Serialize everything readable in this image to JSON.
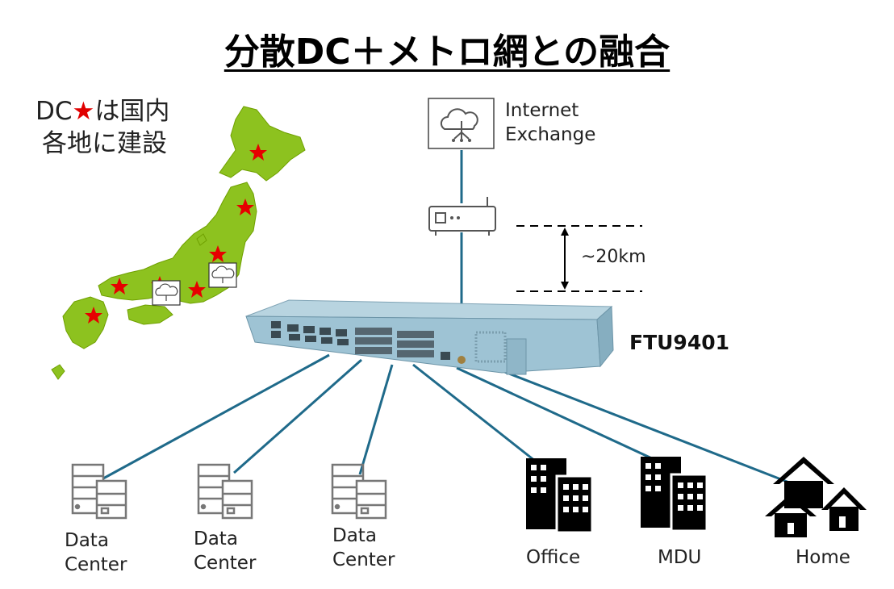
{
  "title": "分散DC＋メトロ網との融合",
  "map_note": {
    "line1_prefix": "DC",
    "star": "★",
    "line1_suffix": "は国内",
    "line2": "各地に建設"
  },
  "ix": {
    "line1": "Internet",
    "line2": "Exchange"
  },
  "distance": "~20km",
  "device": "FTU9401",
  "endpoints": [
    {
      "id": "dc1",
      "lines": [
        "Data",
        "Center"
      ],
      "icon": "server-rack-icon"
    },
    {
      "id": "dc2",
      "lines": [
        "Data",
        "Center"
      ],
      "icon": "server-rack-icon"
    },
    {
      "id": "dc3",
      "lines": [
        "Data",
        "Center"
      ],
      "icon": "server-rack-icon"
    },
    {
      "id": "office",
      "lines": [
        "Office"
      ],
      "icon": "office-building-icon"
    },
    {
      "id": "mdu",
      "lines": [
        "MDU"
      ],
      "icon": "apartment-building-icon"
    },
    {
      "id": "home",
      "lines": [
        "Home"
      ],
      "icon": "houses-icon"
    }
  ],
  "colors": {
    "link": "#1f6a8a",
    "map_green": "#8dc21f",
    "star": "#e60000",
    "device": "#9ec3d4"
  }
}
